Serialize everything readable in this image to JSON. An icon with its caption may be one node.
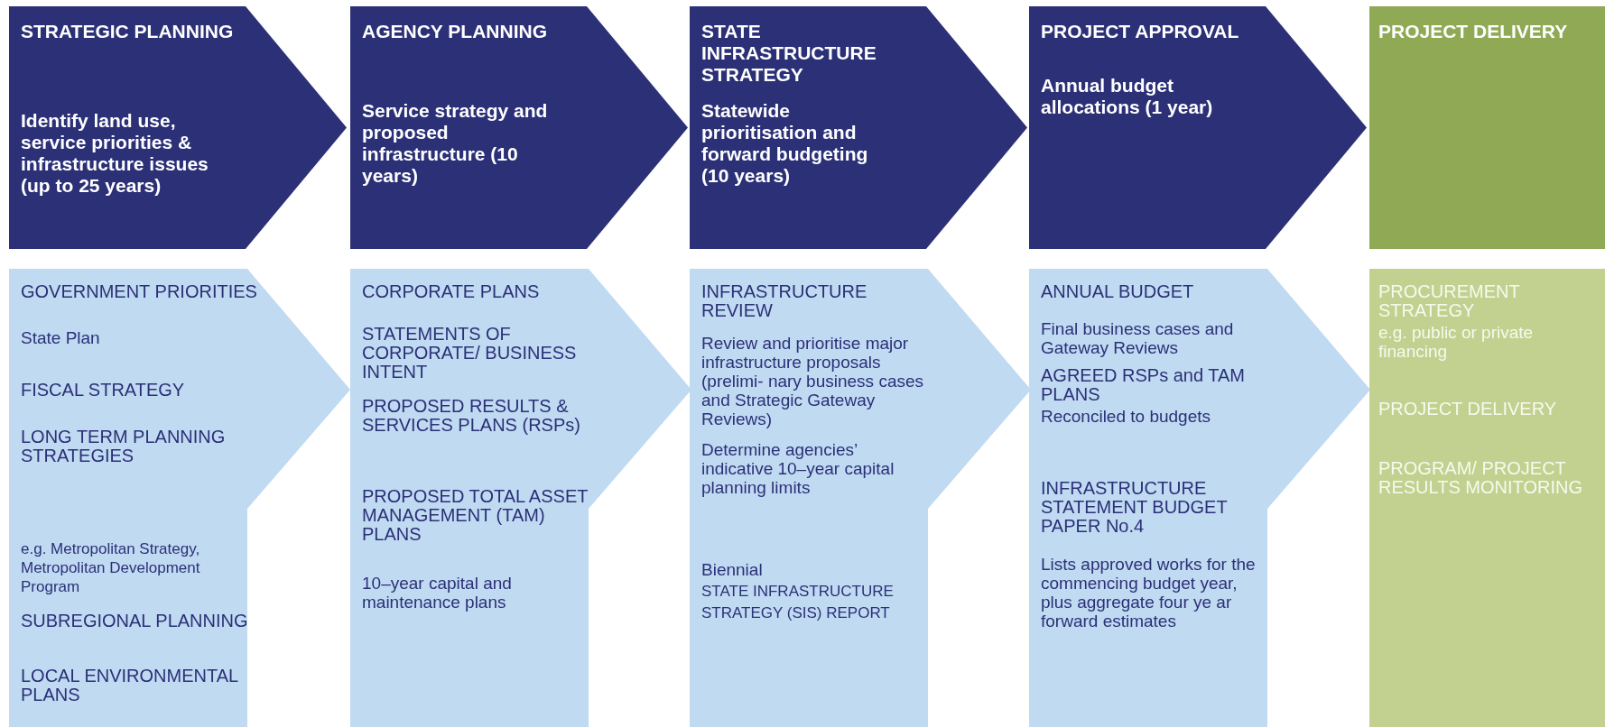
{
  "diagram": {
    "nodes": [
      {
        "text": [
          "STRATEGIC PLANNING",
          "Identify land use, service priorities & infrastructure issues (up to 25 years)"
        ]
      },
      {
        "text": [
          "AGENCY PLANNING",
          "Service strategy and proposed infrastructure (10 years)"
        ]
      },
      {
        "text": [
          "STATE INFRASTRUCTURE STRATEGY",
          "Statewide prioritisation and forward budgeting (10 years)"
        ]
      },
      {
        "text": [
          "PROJECT APPROVAL",
          "Annual budget allocations (1 year)"
        ]
      },
      {
        "text": [
          "PROJECT DELIVERY"
        ]
      },
      {
        "text": [
          "GOVERNMENT PRIORITIES",
          "State Plan",
          "FISCAL STRATEGY",
          "LONG TERM PLANNING STRATEGIES",
          "e.g. Metropolitan Strategy, Metropolitan Development Program",
          "SUBREGIONAL PLANNING",
          "LOCAL ENVIRONMENTAL PLANS"
        ]
      },
      {
        "text": [
          "CORPORATE PLANS",
          "STATEMENTS OF CORPORATE/ BUSINESS INTENT",
          "PROPOSED RESULTS & SERVICES PLANS (RSPs)",
          "PROPOSED TOTAL ASSET MANAGEMENT (TAM) PLANS",
          "10–year capital and maintenance plans"
        ]
      },
      {
        "text": [
          "INFRASTRUCTURE REVIEW",
          "Review and prioritise major infrastructure proposals (prelimi- nary business cases and Strategic Gateway Reviews)",
          "Determine agencies’ indicative 10–year capital planning limits",
          "Biennial",
          "STATE INFRASTRUCTURE STRATEGY (SIS) REPORT"
        ]
      },
      {
        "text": [
          "ANNUAL BUDGET",
          "Final business cases and Gateway Reviews",
          "AGREED RSPs and TAM PLANS",
          "Reconciled to budgets",
          "INFRASTRUCTURE STATEMENT BUDGET PAPER No.4",
          "Lists approved works for the commencing budget year, plus aggregate four ye ar forward estimates"
        ]
      },
      {
        "text": [
          "PROCUREMENT STRATEGY",
          "e.g. public or private financing",
          "PROJECT DELIVERY",
          "PROGRAM/ PROJECT RESULTS MONITORING"
        ]
      }
    ]
  }
}
